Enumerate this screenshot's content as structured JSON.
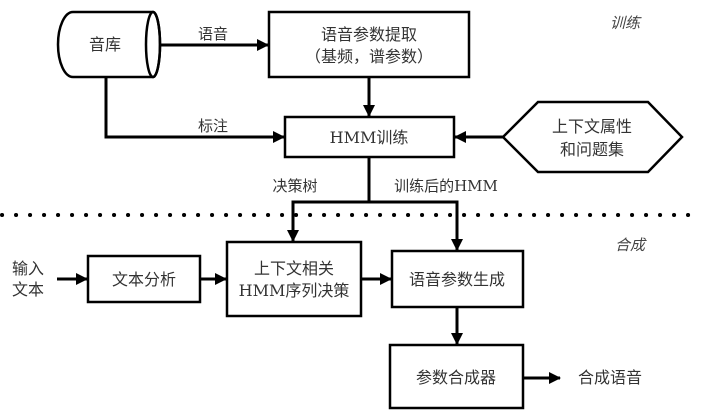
{
  "diagram": {
    "sections": {
      "training": "训练",
      "synthesis": "合成"
    },
    "nodes": {
      "corpus": "音库",
      "param_extract_line1": "语音参数提取",
      "param_extract_line2": "（基频，谱参数）",
      "hmm_training": "HMM训练",
      "context_attr_line1": "上下文属性",
      "context_attr_line2": "和问题集",
      "input_text_line1": "输入",
      "input_text_line2": "文本",
      "text_analysis": "文本分析",
      "context_hmm_line1": "上下文相关",
      "context_hmm_line2": "HMM序列决策",
      "param_generation": "语音参数生成",
      "synthesizer": "参数合成器",
      "output_speech": "合成语音"
    },
    "edges": {
      "speech": "语音",
      "annotation": "标注",
      "decision_tree": "决策树",
      "trained_hmm": "训练后的HMM"
    }
  }
}
